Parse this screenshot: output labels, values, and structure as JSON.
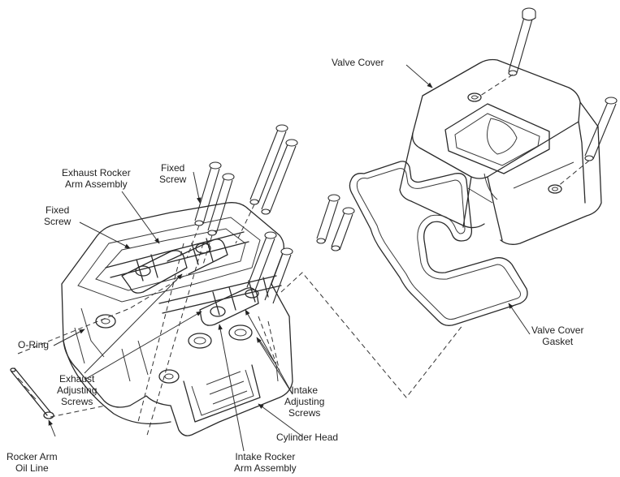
{
  "labels": {
    "valve_cover": "Valve Cover",
    "valve_cover_gasket": [
      "Valve Cover",
      "Gasket"
    ],
    "fixed_screw_top": [
      "Fixed",
      "Screw"
    ],
    "exhaust_rocker_arm_assembly": [
      "Exhaust Rocker",
      "Arm Assembly"
    ],
    "fixed_screw_left": [
      "Fixed",
      "Screw"
    ],
    "o_ring": "O-Ring",
    "exhaust_adjusting_screws": [
      "Exhaust",
      "Adjusting",
      "Screws"
    ],
    "rocker_arm_oil_line": [
      "Rocker Arm",
      "Oil Line"
    ],
    "intake_adjusting_screws": [
      "Intake",
      "Adjusting",
      "Screws"
    ],
    "cylinder_head": "Cylinder Head",
    "intake_rocker_arm_assembly": [
      "Intake Rocker",
      "Arm Assembly"
    ]
  },
  "colors": {
    "line": "#2a2a2a",
    "background": "#ffffff"
  }
}
